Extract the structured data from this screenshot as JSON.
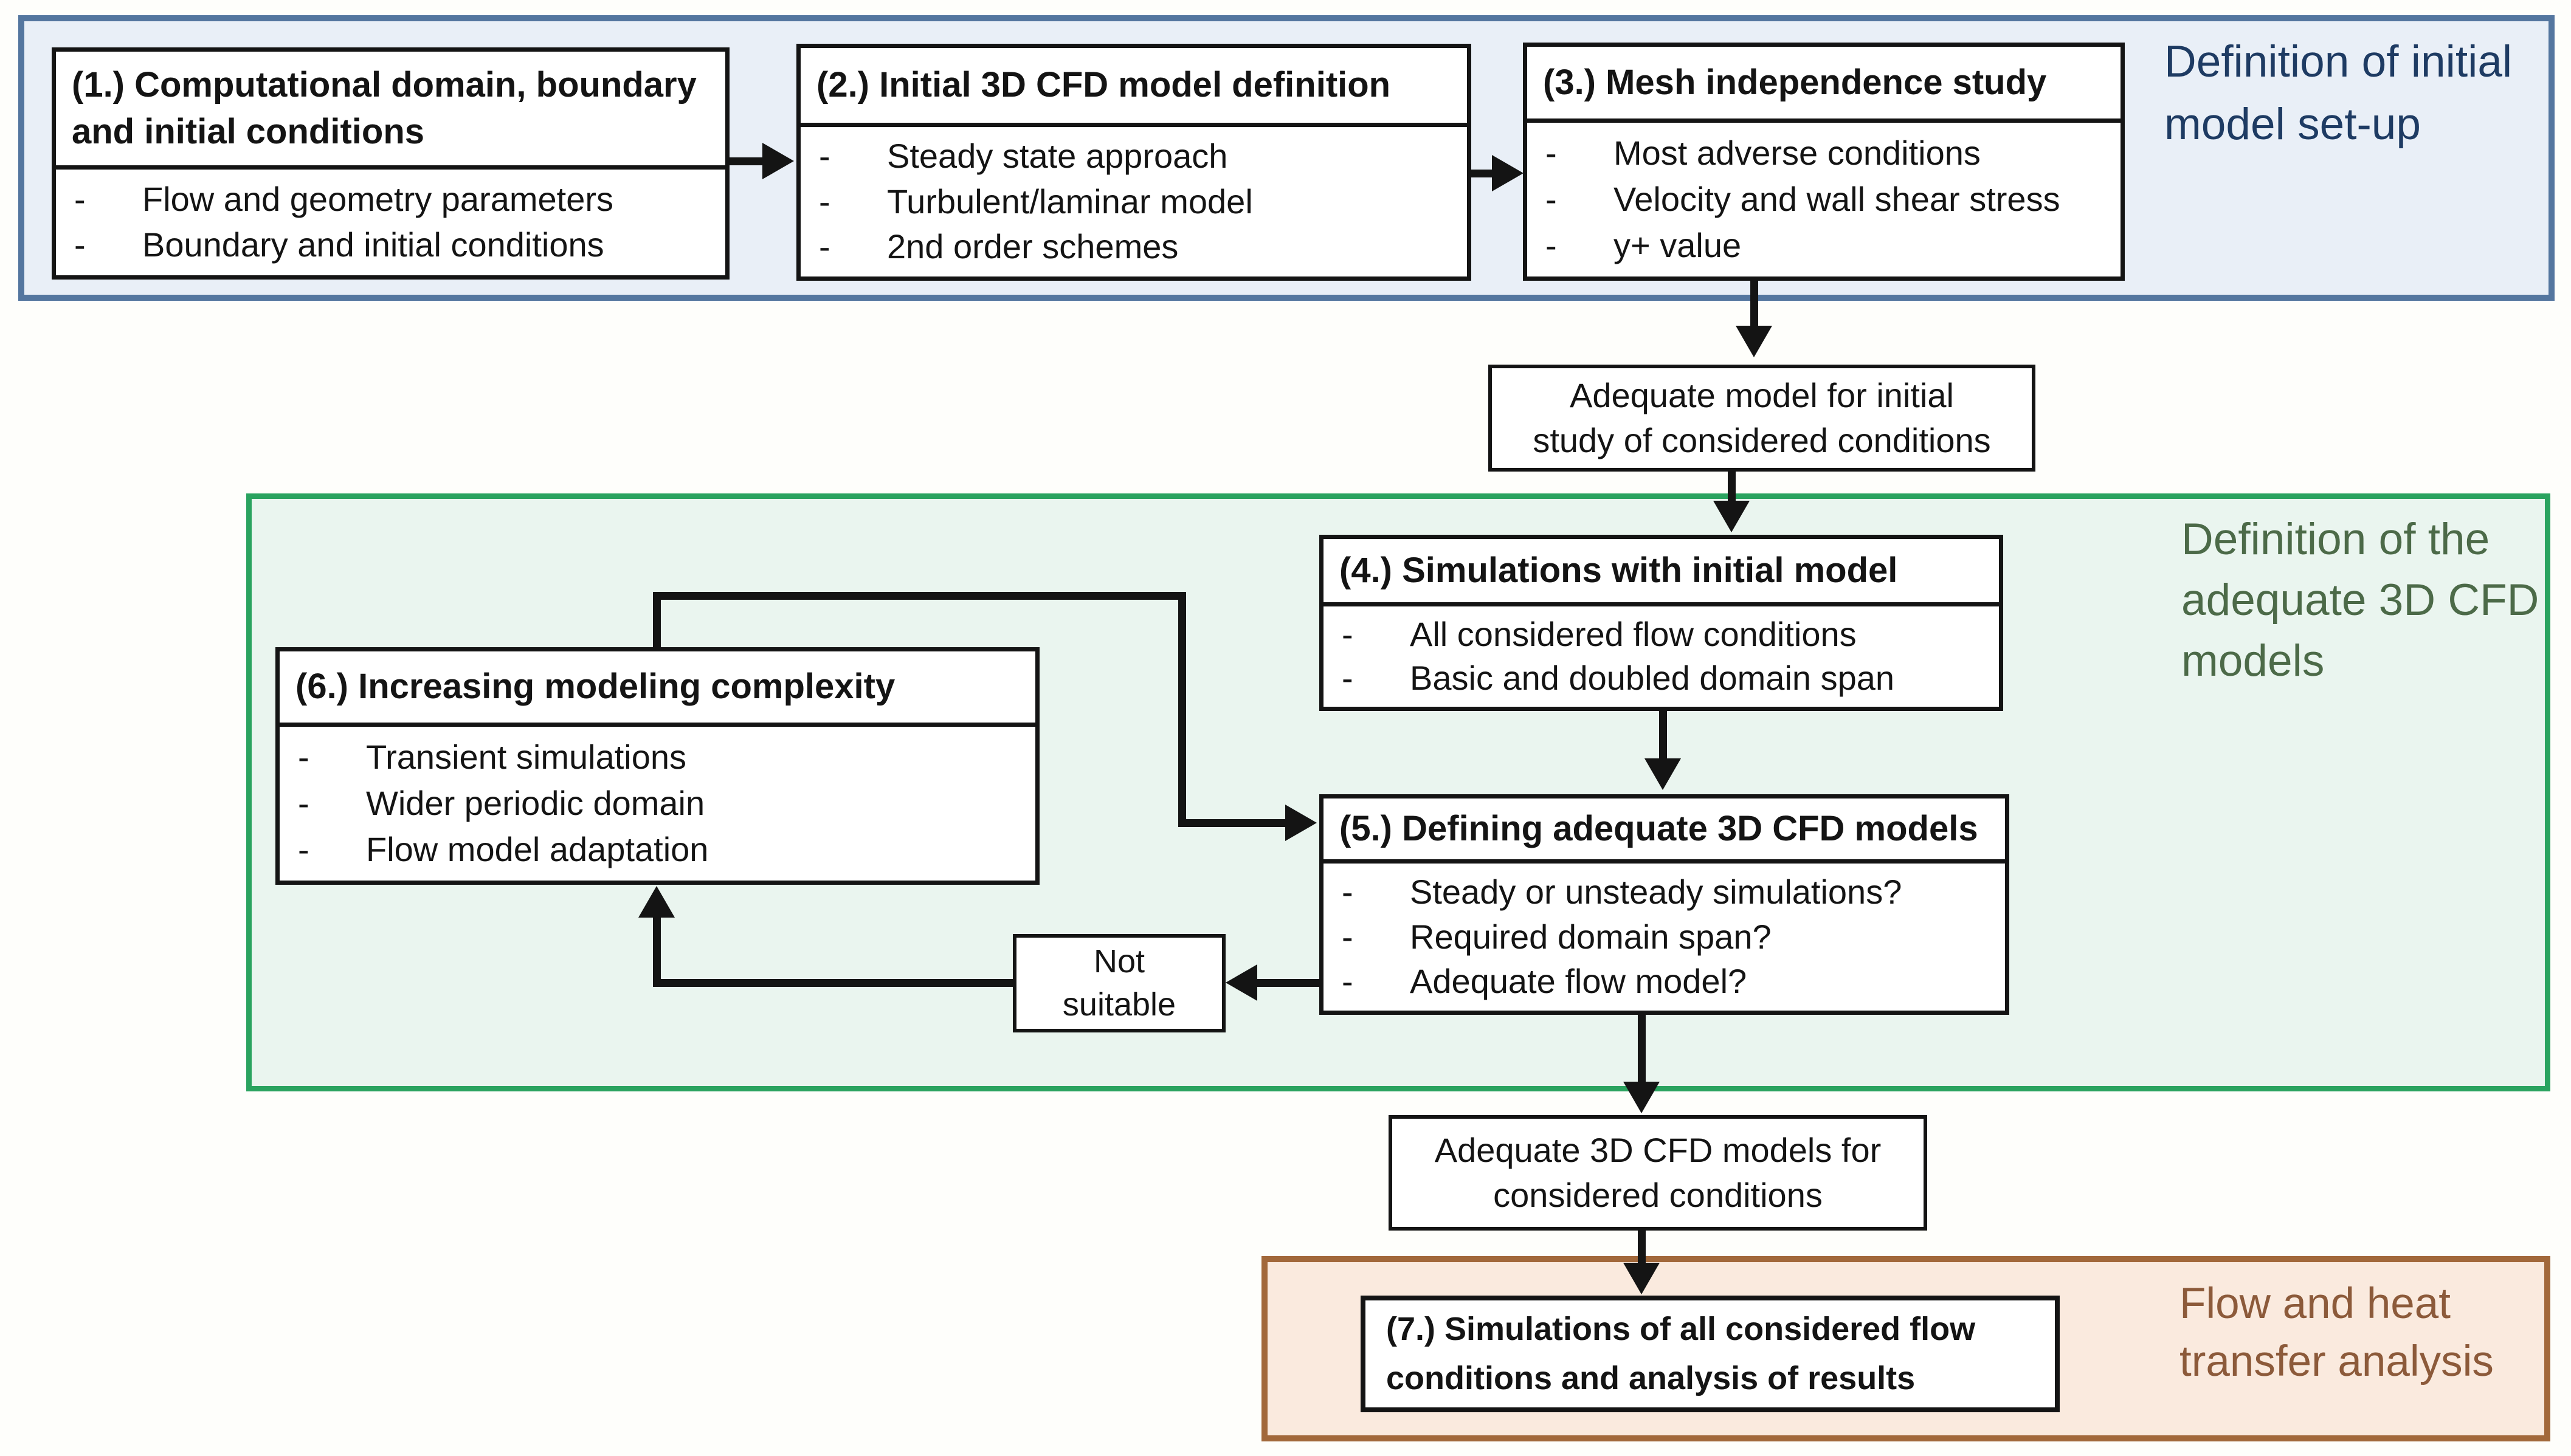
{
  "diagram_title": "CFD modeling workflow flowchart",
  "bullet_char": "-",
  "colors": {
    "blue_region_fill": "#e9eff7",
    "blue_region_border": "#54769f",
    "blue_label_text": "#1e3b63",
    "green_region_fill": "#eaf5ef",
    "green_region_border": "#2aa35f",
    "green_label_text": "#4c6a48",
    "orange_region_fill": "#faeade",
    "orange_region_border": "#a2683a",
    "orange_label_text": "#8c5a3a",
    "box_border": "#141414",
    "box_fill": "#ffffff",
    "line_color": "#141414"
  },
  "regions": {
    "initial_setup": {
      "label_lines": [
        "Definition of initial",
        "model set-up"
      ]
    },
    "adequate_models": {
      "label_lines": [
        "Definition of the",
        "adequate 3D CFD",
        "models"
      ]
    },
    "flow_heat": {
      "label_lines": [
        "Flow and heat",
        "transfer analysis"
      ]
    }
  },
  "boxes": {
    "box1": {
      "title_lines": [
        "(1.) Computational domain, boundary",
        "and initial conditions"
      ],
      "bullets": [
        "Flow and geometry parameters",
        "Boundary and initial conditions"
      ]
    },
    "box2": {
      "title_lines": [
        "(2.) Initial 3D CFD model definition"
      ],
      "bullets": [
        "Steady state approach",
        "Turbulent/laminar model",
        "2nd order schemes"
      ]
    },
    "box3": {
      "title_lines": [
        "(3.) Mesh independence study"
      ],
      "bullets": [
        "Most adverse conditions",
        "Velocity and wall shear stress",
        "y+ value"
      ]
    },
    "box4": {
      "title_lines": [
        "(4.) Simulations with initial model"
      ],
      "bullets": [
        "All considered flow conditions",
        "Basic and doubled domain span"
      ]
    },
    "box5": {
      "title_lines": [
        "(5.) Defining adequate 3D CFD models"
      ],
      "bullets": [
        "Steady or unsteady simulations?",
        "Required domain span?",
        "Adequate flow model?"
      ]
    },
    "box6": {
      "title_lines": [
        "(6.) Increasing modeling complexity"
      ],
      "bullets": [
        "Transient simulations",
        "Wider periodic domain",
        "Flow model adaptation"
      ]
    },
    "box7": {
      "title_lines": [
        "(7.) Simulations of all considered flow",
        "conditions and analysis of results"
      ]
    }
  },
  "nodes": {
    "adequate_initial": {
      "lines": [
        "Adequate model for initial",
        "study of considered conditions"
      ]
    },
    "adequate_3d": {
      "lines": [
        "Adequate 3D CFD models for",
        "considered conditions"
      ]
    },
    "not_suitable": {
      "lines": [
        "Not",
        "suitable"
      ]
    }
  }
}
